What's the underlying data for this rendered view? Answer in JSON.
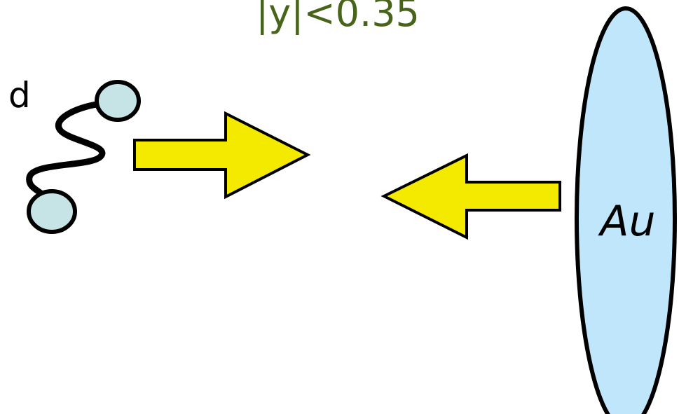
{
  "title": "|y|<0.35",
  "projectile": {
    "label": "d",
    "nucleon_color": "#c6e3e6",
    "string_color": "#000000"
  },
  "target": {
    "label": "Au",
    "fill_color": "#bfe6fb"
  },
  "arrows": {
    "fill_color": "#f3ea00",
    "stroke_color": "#000000"
  },
  "colors": {
    "title": "#48641a",
    "outline": "#000000",
    "background": "#ffffff"
  }
}
